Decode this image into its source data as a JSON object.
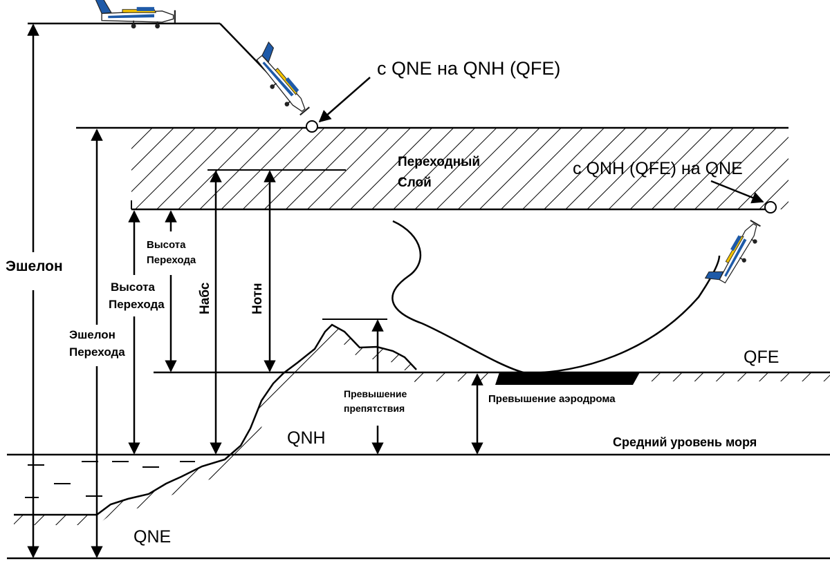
{
  "diagram": {
    "labels": {
      "qne_to_qnh": "с QNE на QNH (QFE)",
      "qnh_to_qne": "с QNH (QFE) на QNE",
      "transition_layer_line1": "Переходный",
      "transition_layer_line2": "Слой",
      "flight_level": "Эшелон",
      "transition_level_line1": "Эшелон",
      "transition_level_line2": "Перехода",
      "transition_altitude_a_line1": "Высота",
      "transition_altitude_a_line2": "Перехода",
      "transition_altitude_b_line1": "Высота",
      "transition_altitude_b_line2": "Перехода",
      "h_abs": "Набс",
      "h_rel": "Нотн",
      "obstacle_elevation_line1": "Превышение",
      "obstacle_elevation_line2": "препятствия",
      "aerodrome_elevation": "Превышение аэродрома",
      "qfe": "QFE",
      "qnh": "QNH",
      "qne": "QNE",
      "mean_sea_level": "Средний уровень моря"
    },
    "colors": {
      "ink": "#000000",
      "airplane_body": "#ffffff",
      "airplane_accent": "#1e5aa8",
      "airplane_stripe": "#f2c200"
    },
    "icons": [
      "airplane-icon",
      "arrow-icon",
      "transition-point-icon"
    ]
  }
}
